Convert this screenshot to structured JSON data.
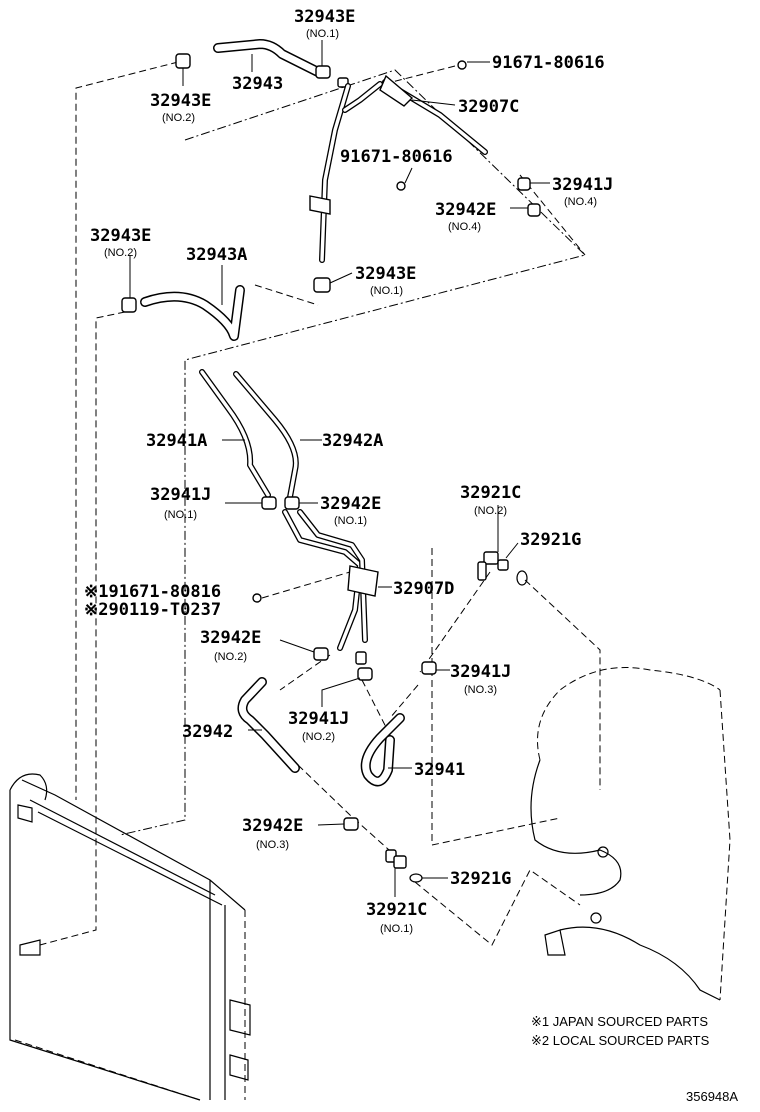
{
  "labels": {
    "p32943e_no1": "32943E",
    "p32943e_no1_sub": "(NO.1)",
    "p32943": "32943",
    "p32943e_no2": "32943E",
    "p32943e_no2_sub": "(NO.2)",
    "p91671_top": "91671-80616",
    "p32907c": "32907C",
    "p91671_mid": "91671-80616",
    "p32941j_no4": "32941J",
    "p32941j_no4_sub": "(NO.4)",
    "p32942e_no4": "32942E",
    "p32942e_no4_sub": "(NO.4)",
    "p32943e_no2b": "32943E",
    "p32943e_no2b_sub": "(NO.2)",
    "p32943a": "32943A",
    "p32943e_no1b": "32943E",
    "p32943e_no1b_sub": "(NO.1)",
    "p32941a": "32941A",
    "p32942a": "32942A",
    "p32941j_no1": "32941J",
    "p32941j_no1_sub": "(NO.1)",
    "p32942e_no1": "32942E",
    "p32942e_no1_sub": "(NO.1)",
    "p32921c_no2": "32921C",
    "p32921c_no2_sub": "(NO.2)",
    "p32921g_top": "32921G",
    "p91671_japan": "※191671-80816",
    "p90119_local": "※290119-T0237",
    "p32907d": "32907D",
    "p32942e_no2": "32942E",
    "p32942e_no2_sub": "(NO.2)",
    "p32941j_no3": "32941J",
    "p32941j_no3_sub": "(NO.3)",
    "p32941j_no2": "32941J",
    "p32941j_no2_sub": "(NO.2)",
    "p32942": "32942",
    "p32941": "32941",
    "p32942e_no3": "32942E",
    "p32942e_no3_sub": "(NO.3)",
    "p32921g_bot": "32921G",
    "p32921c_no1": "32921C",
    "p32921c_no1_sub": "(NO.1)"
  },
  "notes": {
    "japan": "※1 JAPAN SOURCED PARTS",
    "local": "※2 LOCAL SOURCED PARTS"
  },
  "diagram_id": "356948A"
}
